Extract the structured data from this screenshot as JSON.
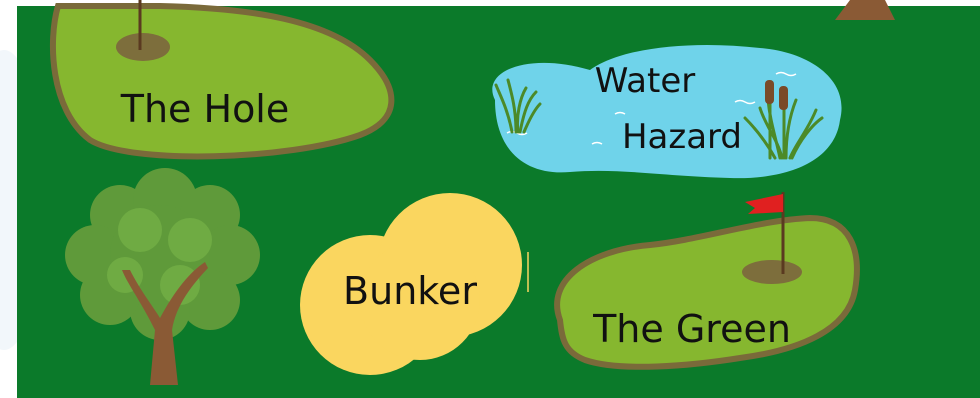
{
  "course": {
    "background_color": "#0b7a2a",
    "fairway_color": "#86b72f",
    "rough_border_color": "#7a6a3a",
    "water_color": "#6fd3ea",
    "sand_color": "#fad65f",
    "flag_color": "#e02020"
  },
  "labels": {
    "hole": "The Hole",
    "water_line1": "Water",
    "water_line2": "Hazard",
    "bunker": "Bunker",
    "green": "The Green"
  },
  "icons": {
    "tree": "tree-icon",
    "reeds": "reeds-icon",
    "flag": "flag-icon",
    "cup": "cup-icon"
  }
}
